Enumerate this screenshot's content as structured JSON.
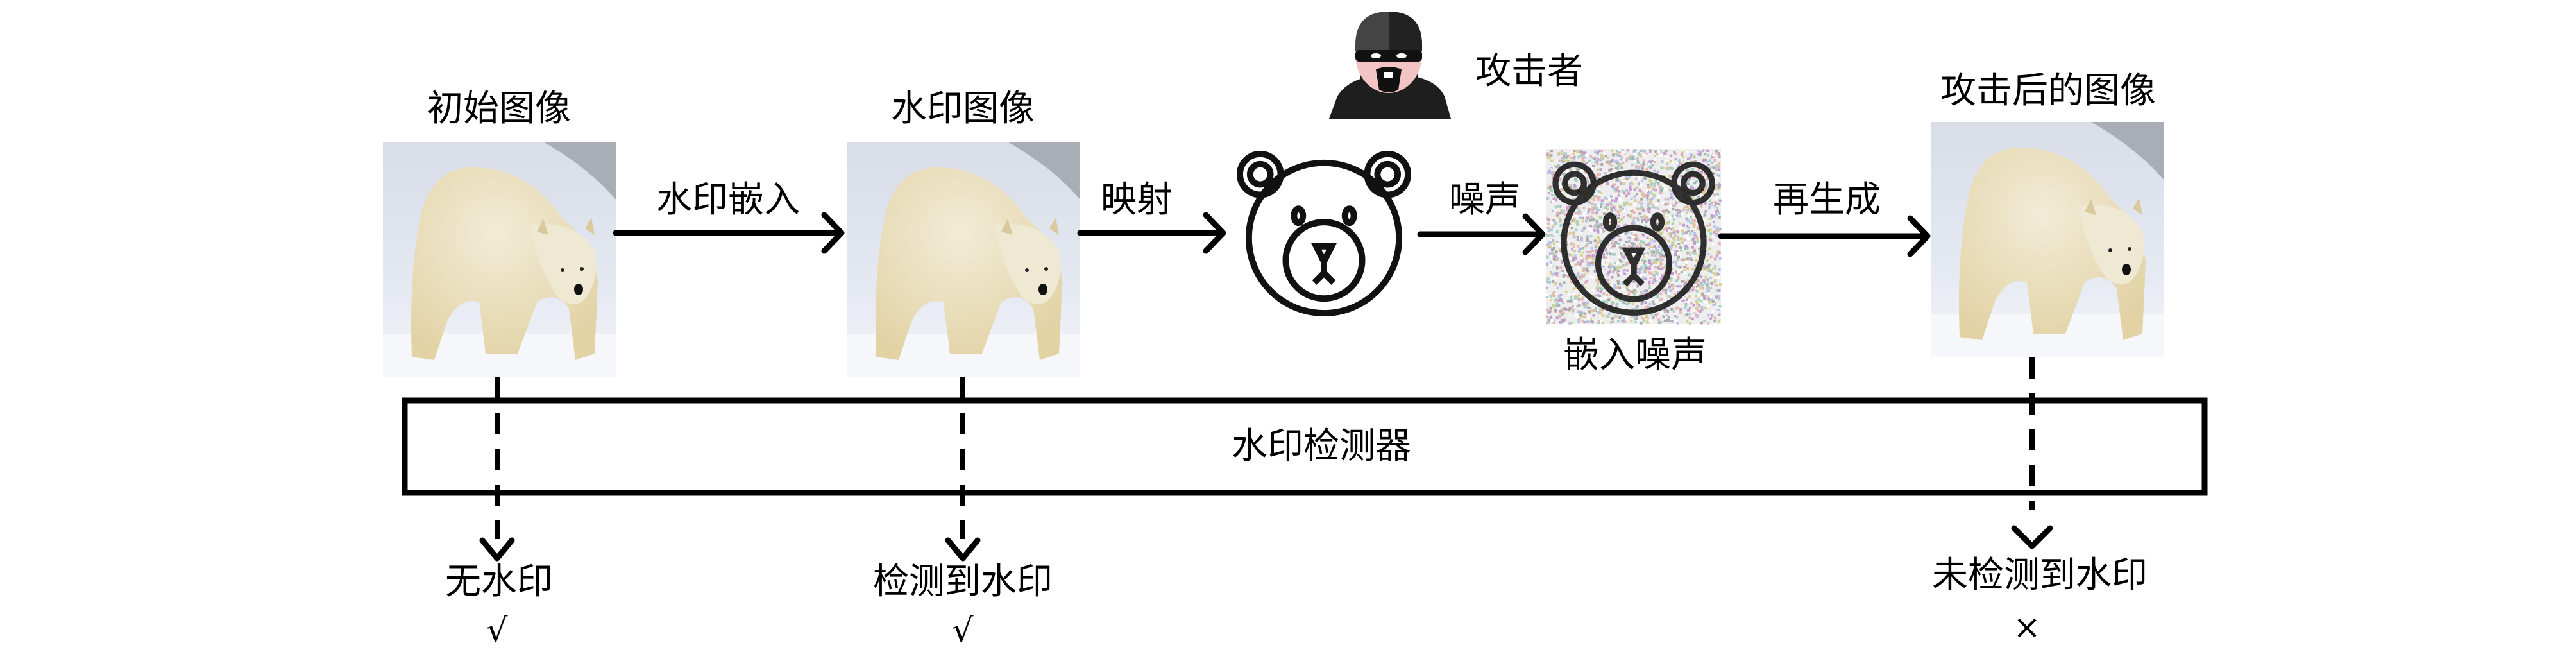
{
  "nodes": {
    "original_image": {
      "title": "初始图像"
    },
    "watermarked_image": {
      "title": "水印图像"
    },
    "attacker": {
      "label": "攻击者"
    },
    "noisy_bear": {
      "label": "嵌入噪声"
    },
    "attacked_image": {
      "title": "攻击后的图像"
    }
  },
  "edges": {
    "embed": "水印嵌入",
    "map": "映射",
    "noise": "噪声",
    "regen": "再生成"
  },
  "detector": {
    "label": "水印检测器"
  },
  "results": [
    {
      "label": "无水印",
      "mark": "√"
    },
    {
      "label": "检测到水印",
      "mark": "√"
    },
    {
      "label": "未检测到水印",
      "mark": "×"
    }
  ],
  "colors": {
    "line": "#000000",
    "snow": "#dfe4ee",
    "bear_fur": "#efe6c8"
  }
}
